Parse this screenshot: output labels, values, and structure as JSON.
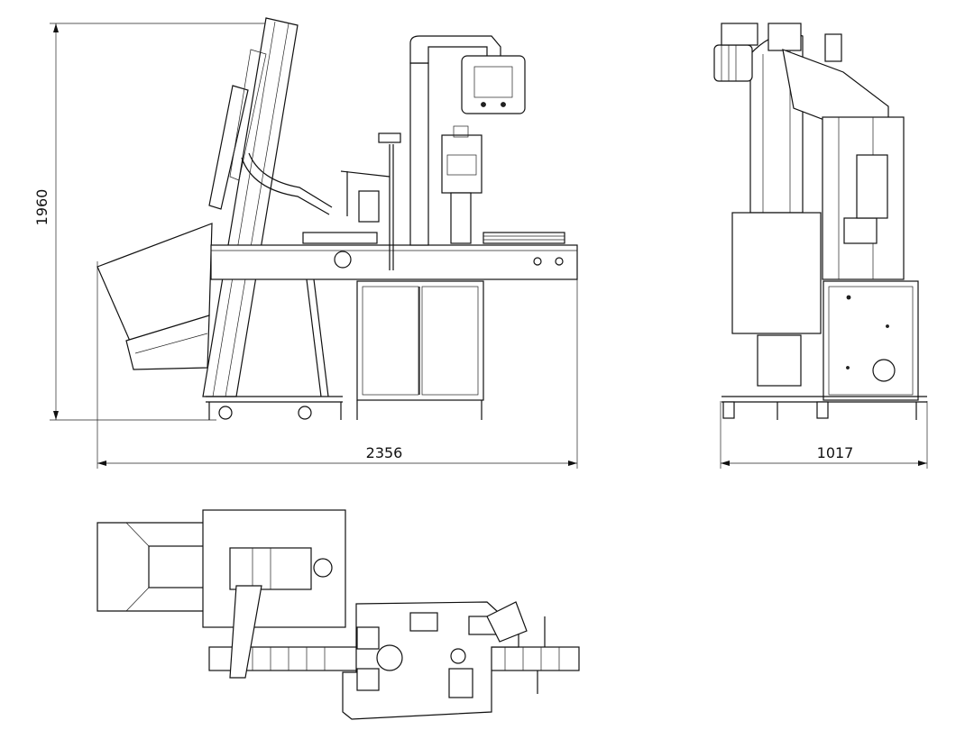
{
  "dimensions": {
    "height_label": "1960",
    "width_label": "2356",
    "depth_label": "1017"
  },
  "colors": {
    "line": "#111111",
    "background": "#ffffff"
  }
}
